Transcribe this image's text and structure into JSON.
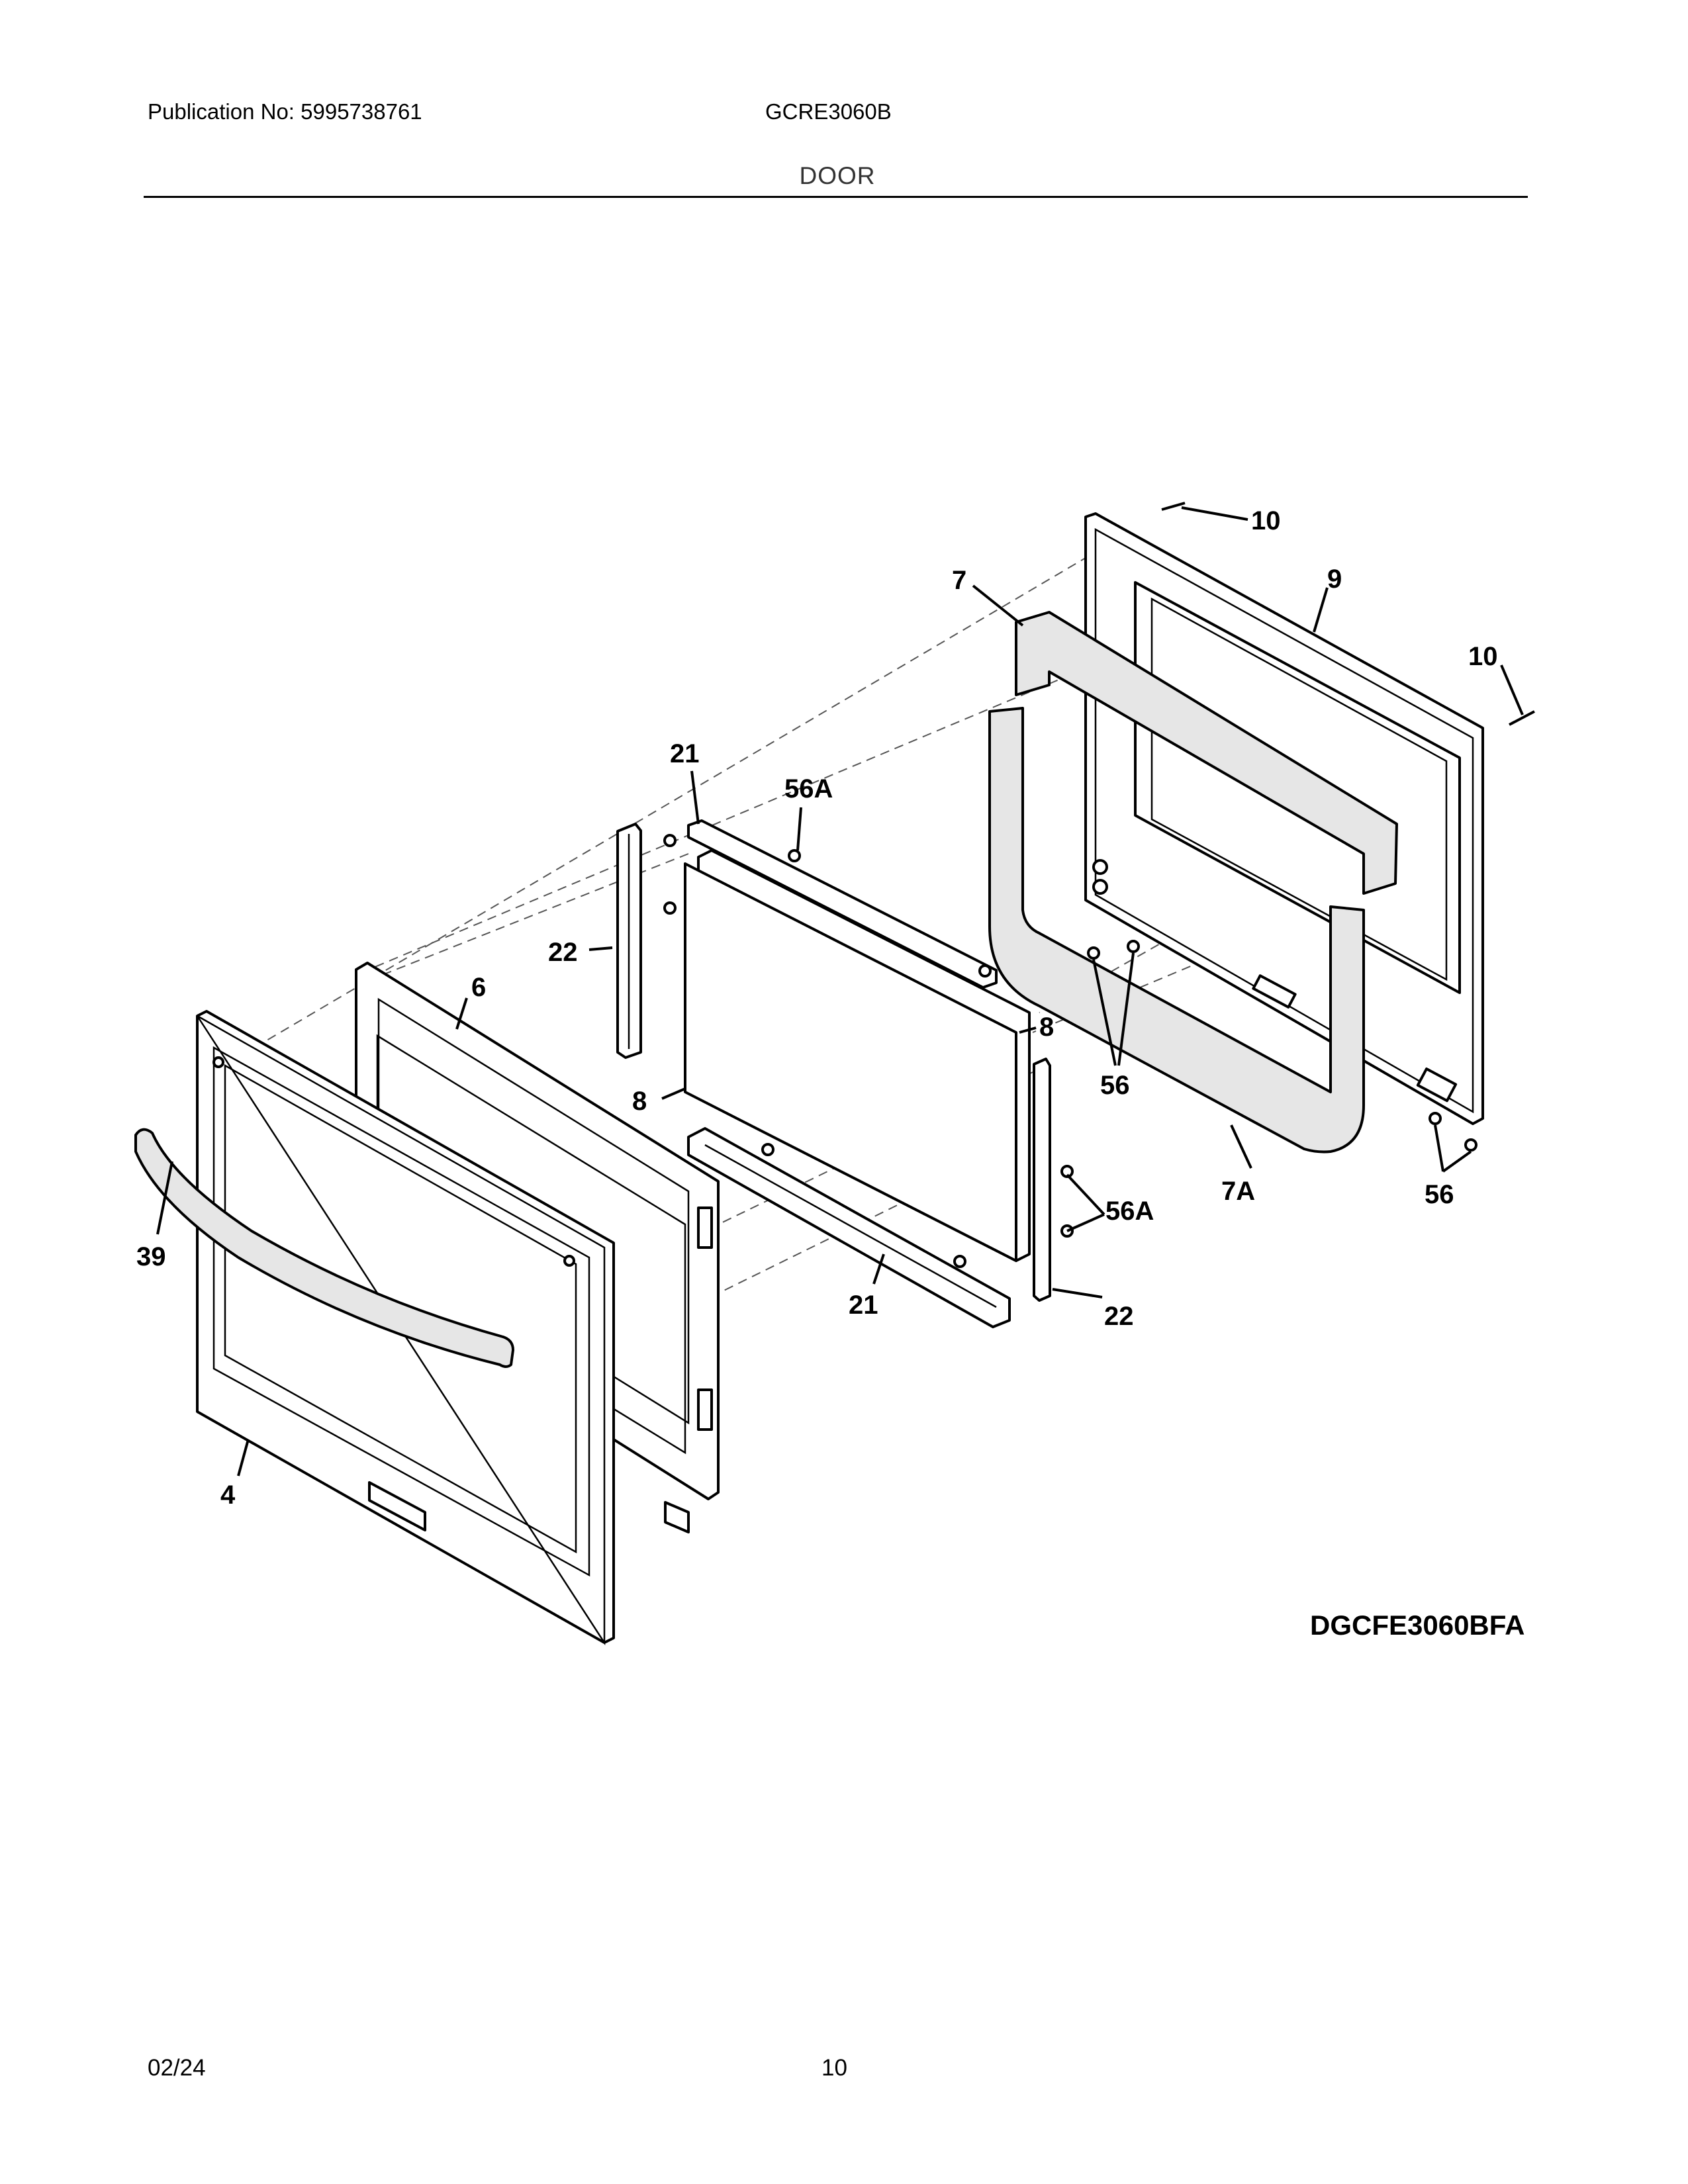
{
  "header": {
    "publication": "Publication No: 5995738761",
    "model": "GCRE3060B",
    "section": "DOOR"
  },
  "diagram_code": "DGCFE3060BFA",
  "footer": {
    "date": "02/24",
    "page": "10"
  },
  "callouts": {
    "c10a": "10",
    "c9": "9",
    "c7": "7",
    "c10b": "10",
    "c21a": "21",
    "c56Aa": "56A",
    "c22a": "22",
    "c6": "6",
    "c8a": "8",
    "c8b": "8",
    "c56a": "56",
    "c7A": "7A",
    "c56b": "56",
    "c56Ab": "56A",
    "c39": "39",
    "c21b": "21",
    "c22b": "22",
    "c4": "4"
  }
}
